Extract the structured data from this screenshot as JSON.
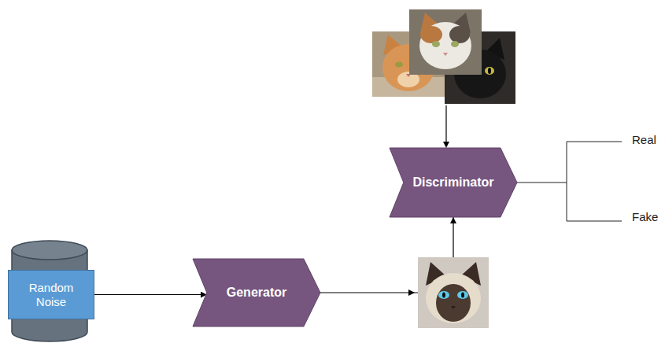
{
  "diagram": {
    "nodes": [
      {
        "text": [
          "Random Noise"
        ]
      },
      {
        "text": [
          "Generator"
        ]
      },
      {
        "text": [
          "Discriminator"
        ]
      }
    ],
    "edges": [
      {
        "from": 0,
        "to": 1,
        "arrow": "to"
      },
      {
        "from": 1,
        "to": 2,
        "arrow": "to"
      }
    ],
    "labels": [
      "Real",
      "Fake"
    ]
  }
}
